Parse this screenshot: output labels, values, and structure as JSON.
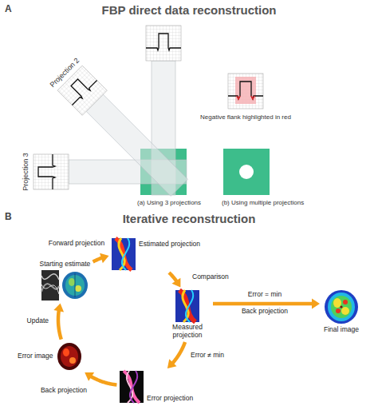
{
  "diagram": {
    "nodes": [
      {
        "text": [
          "Starting estimate"
        ]
      },
      {
        "text": [
          "Estimated projection"
        ]
      },
      {
        "text": [
          "Measured projection"
        ]
      },
      {
        "text": [
          "Final image"
        ]
      },
      {
        "text": [
          "Error projection"
        ]
      },
      {
        "text": [
          "Error image"
        ]
      }
    ],
    "edges": [
      {
        "from": 0,
        "to": 1,
        "label": "Forward projection",
        "arrow": "to"
      },
      {
        "from": 1,
        "to": 2,
        "label": "Comparison",
        "arrow": "to"
      },
      {
        "from": 2,
        "to": 3,
        "label": "Error = min",
        "arrow": "to"
      },
      {
        "from": 2,
        "to": 4,
        "label": "Error ≠ min",
        "arrow": "to"
      },
      {
        "from": 4,
        "to": 5,
        "label": "Back projection",
        "arrow": "to"
      },
      {
        "from": 5,
        "to": 0,
        "label": "Update",
        "arrow": "to"
      }
    ],
    "labels": [
      "A",
      "FBP direct data reconstruction",
      "Projection 2",
      "Projection 3",
      "Negative flank highlighted in red",
      "(a) Using 3 projections",
      "(b) Using multiple projections",
      "B",
      "Iterative reconstruction",
      "Back projection"
    ]
  }
}
